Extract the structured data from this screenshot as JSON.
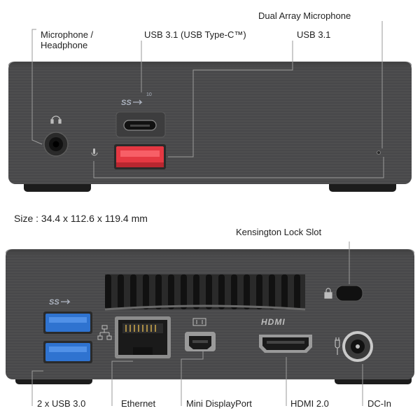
{
  "front_labels": {
    "dual_array_microphone": "Dual Array Microphone",
    "microphone_headphone": "Microphone /\nHeadphone",
    "usb31_type_c": "USB 3.1 (USB Type-C™)",
    "usb31": "USB 3.1"
  },
  "size_text": "Size : 34.4 x 112.6 x 119.4 mm",
  "rear_labels": {
    "kensington_lock_slot": "Kensington Lock Slot",
    "usb30": "2 x USB 3.0",
    "ethernet": "Ethernet",
    "mini_displayport": "Mini DisplayPort",
    "hdmi": "HDMI 2.0",
    "dc_in": "DC-In"
  },
  "port_markings": {
    "superspeed_logo": "SS",
    "type_c_superscript": "10",
    "hdmi_logo": "HDMI"
  },
  "colors": {
    "chassis": "#4a4a4b",
    "usb31_accent": "#e53842",
    "usb30_accent": "#2f73d0",
    "leader_line": "#9a9a9a"
  },
  "icons": [
    "headphone-icon",
    "microphone-icon",
    "superspeed-usb-icon",
    "network-icon",
    "mini-displayport-icon",
    "hdmi-icon",
    "dc-power-icon",
    "lock-icon"
  ]
}
